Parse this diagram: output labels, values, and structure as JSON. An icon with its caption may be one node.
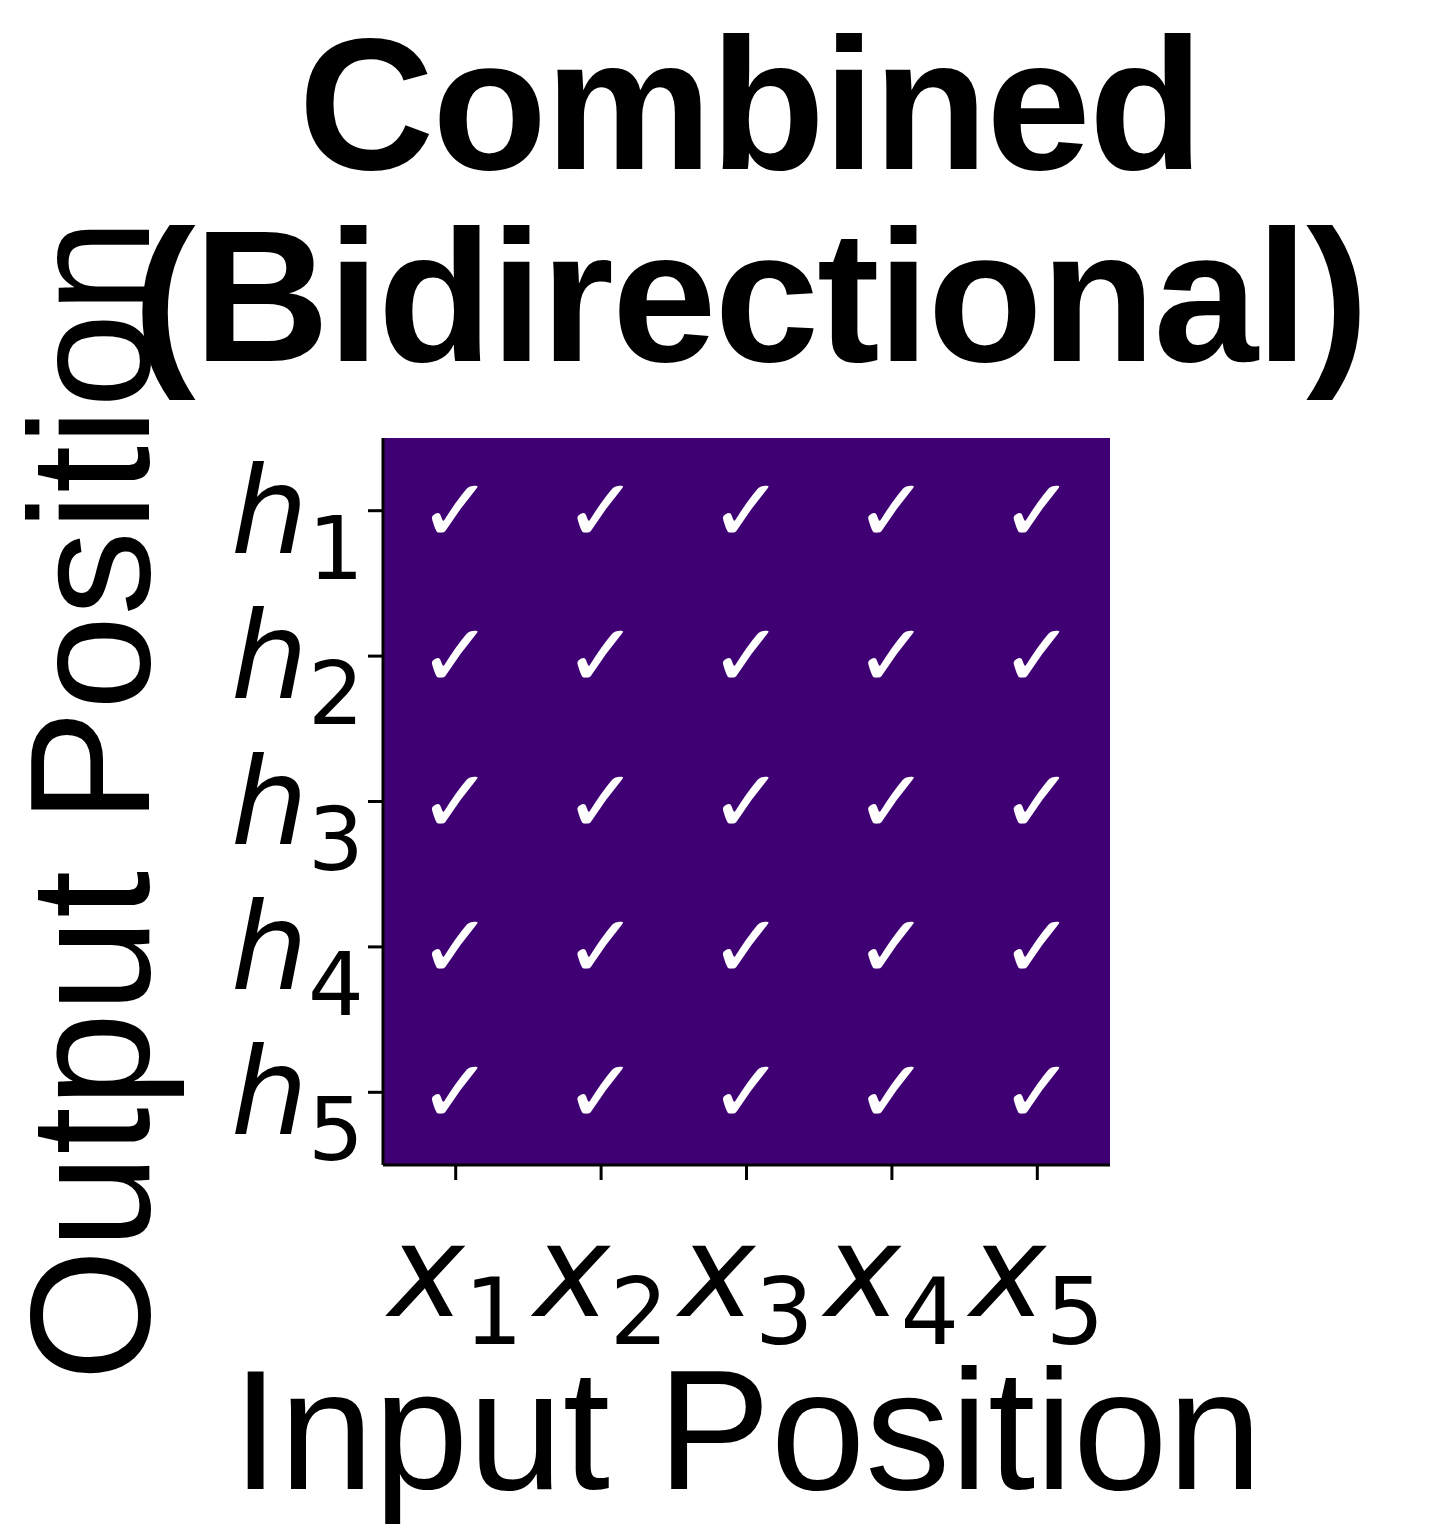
{
  "diagram": {
    "title": "Combined (Bidirectional)",
    "labels": [
      "Output Position",
      "*h*$_{1}$",
      "✓",
      "✓",
      "✓",
      "✓",
      "✓",
      "*h*$_{2}$",
      "✓",
      "✓",
      "✓",
      "✓",
      "✓",
      "*h*$_{3}$",
      "✓",
      "✓",
      "✓",
      "✓",
      "✓",
      "*h*$_{4}$",
      "✓",
      "✓",
      "✓",
      "✓",
      "✓",
      "*h*$_{5}$",
      "✓",
      "✓",
      "✓",
      "✓",
      "✓",
      "*x*$_{1}$",
      "*x*$_{2}$",
      "*x*$_{3}$",
      "*x*$_{4}$",
      "*x*$_{5}$",
      "Input Position"
    ]
  }
}
